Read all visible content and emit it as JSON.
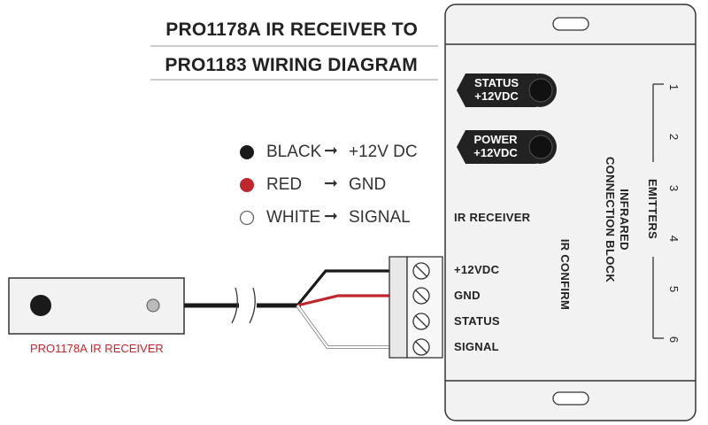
{
  "title": {
    "line1": "PRO1178A IR RECEIVER TO",
    "line2": "PRO1183 WIRING DIAGRAM"
  },
  "legend": [
    {
      "color_name": "BLACK",
      "target": "+12V DC",
      "swatch": "#1a1a1a"
    },
    {
      "color_name": "RED",
      "target": "GND",
      "swatch": "#c0272d"
    },
    {
      "color_name": "WHITE",
      "target": "SIGNAL",
      "swatch": "#ffffff"
    }
  ],
  "receiver": {
    "caption": "PRO1178A IR RECEIVER"
  },
  "block": {
    "status_led": {
      "line1": "STATUS",
      "line2": "+12VDC"
    },
    "power_led": {
      "line1": "POWER",
      "line2": "+12VDC"
    },
    "ir_receiver_label": "IR RECEIVER",
    "terminals": [
      "+12VDC",
      "GND",
      "STATUS",
      "SIGNAL"
    ],
    "ir_confirm_label": "IR CONFIRM",
    "infrared_label": "INFRARED",
    "connection_block_label": "CONNECTION BLOCK",
    "emitters_label": "EMITTERS",
    "emitter_numbers": [
      "1",
      "2",
      "3",
      "4",
      "5",
      "6"
    ]
  },
  "colors": {
    "wire_black": "#1a1a1a",
    "wire_red": "#c0272d",
    "wire_white": "#ffffff",
    "caption_red": "#c0272d",
    "panel_fill": "#f2f2f2"
  }
}
